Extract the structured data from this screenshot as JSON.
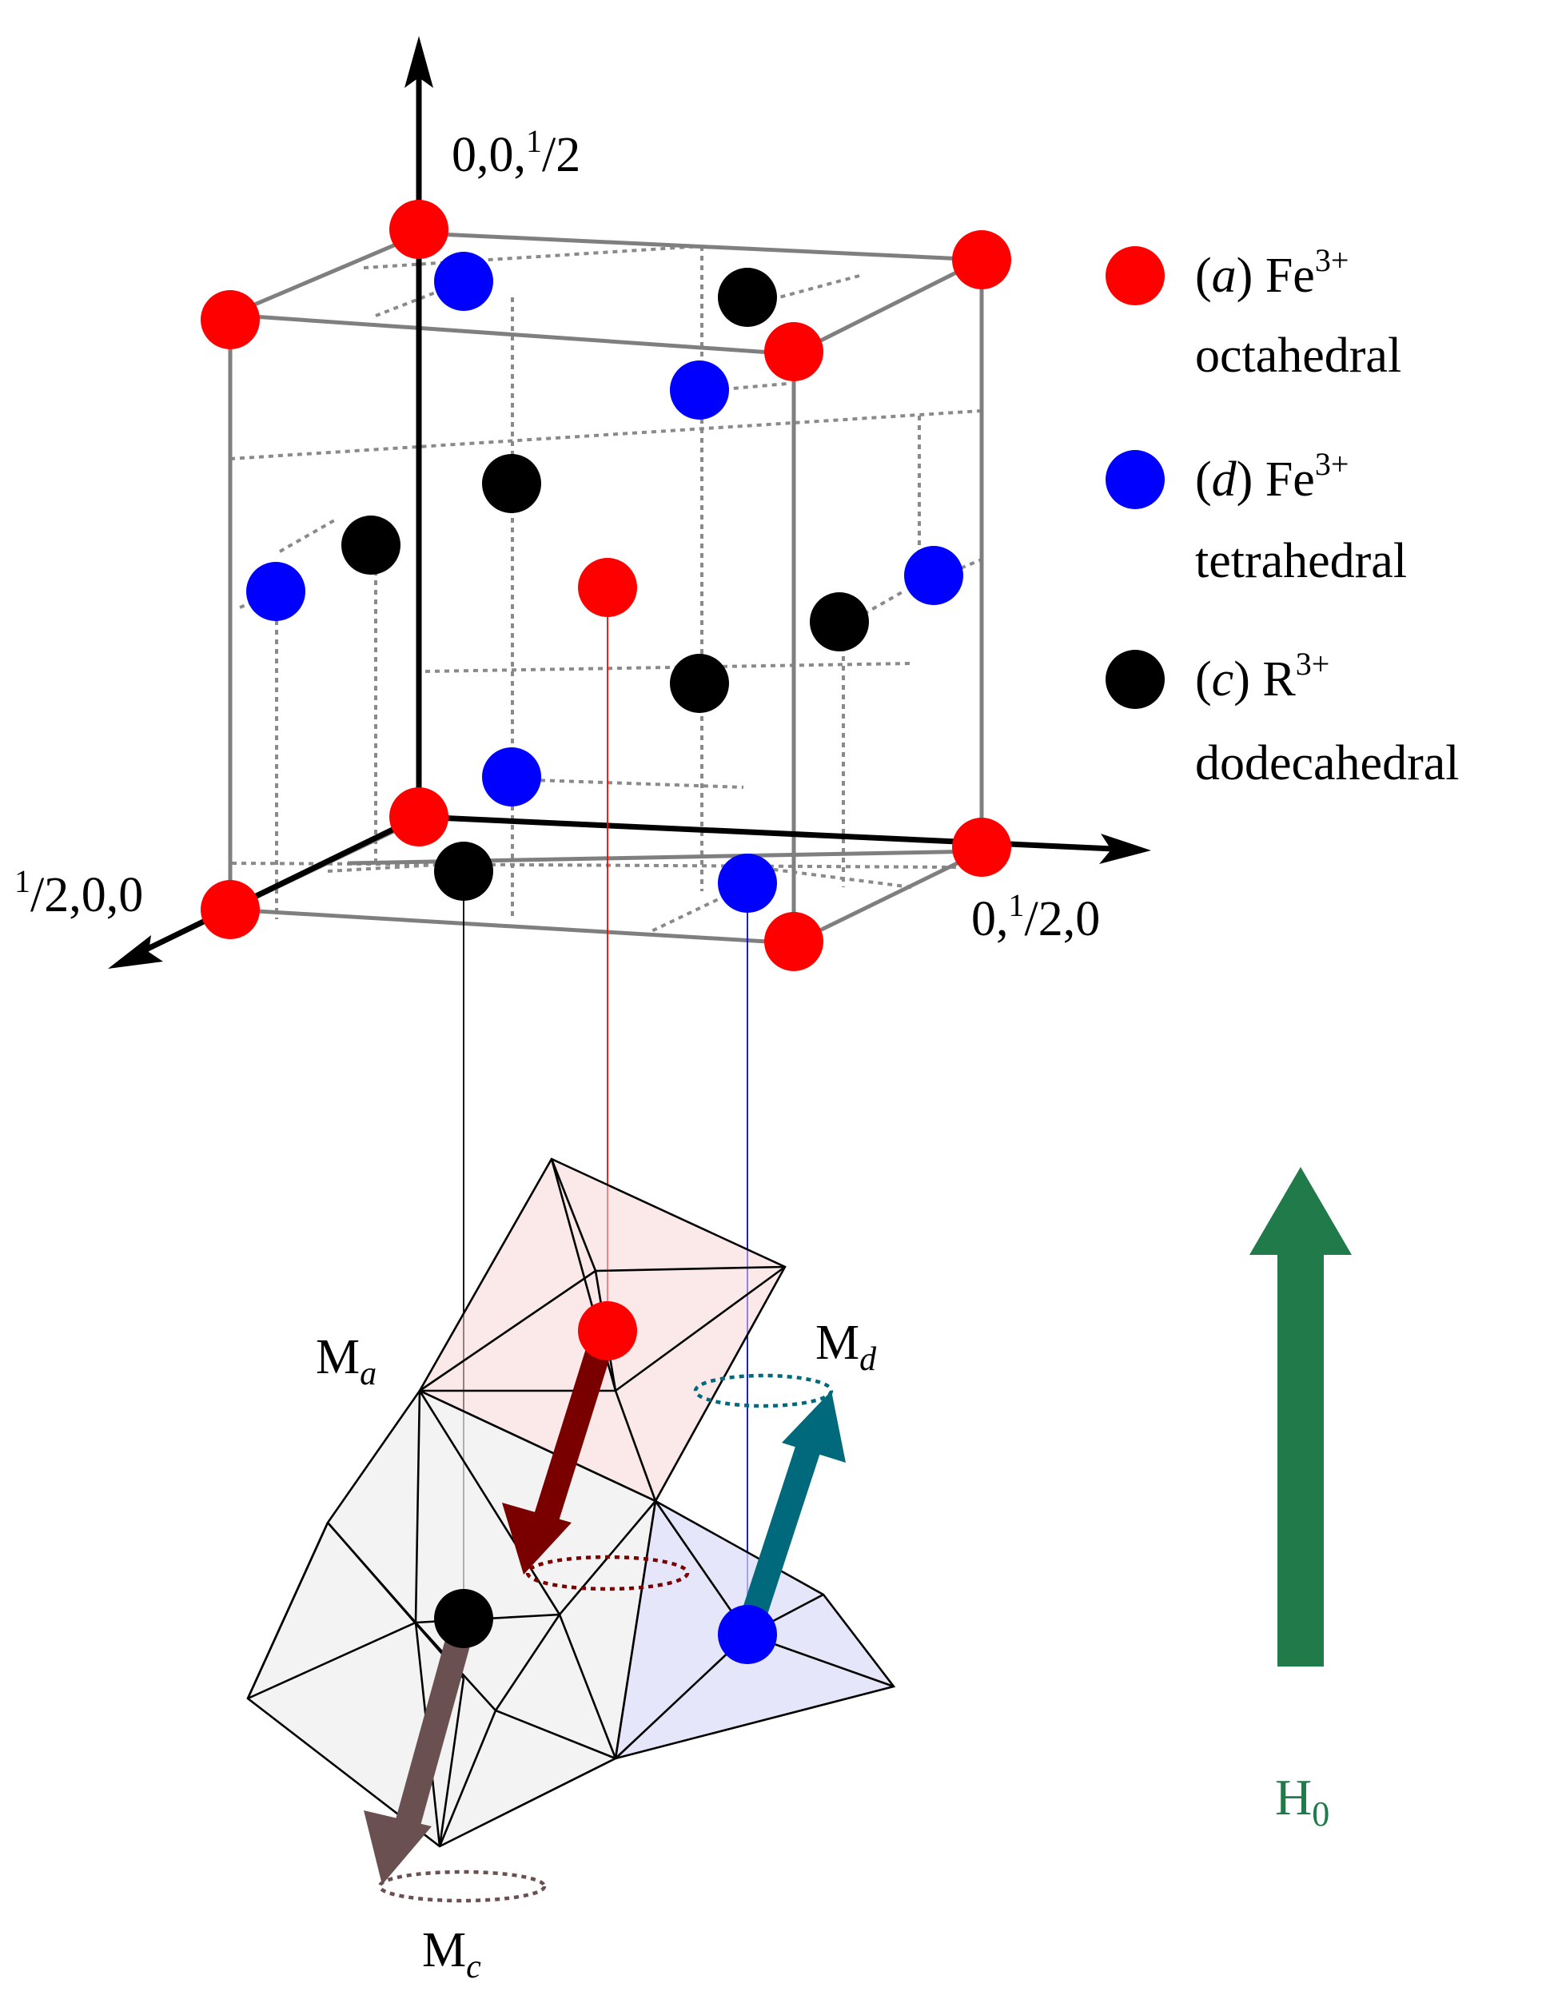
{
  "axes": {
    "z": {
      "main": "0,0,",
      "sup": "1",
      "den": "2"
    },
    "x": {
      "sup": "1",
      "main": "/2,0,0"
    },
    "y": {
      "main": "0,",
      "sup": "1",
      "rest": "/2,0"
    }
  },
  "legend": [
    {
      "color": "#ff0000",
      "letter": "a",
      "ion": "Fe",
      "charge": "3+",
      "site": "octahedral"
    },
    {
      "color": "#0000ff",
      "letter": "d",
      "ion": "Fe",
      "charge": "3+",
      "site": "tetrahedral"
    },
    {
      "color": "#000000",
      "letter": "c",
      "ion": "R",
      "charge": "3+",
      "site": "dodecahedral"
    }
  ],
  "moments": {
    "a": {
      "main": "M",
      "sub": "a"
    },
    "d": {
      "main": "M",
      "sub": "d"
    },
    "c": {
      "main": "M",
      "sub": "c"
    }
  },
  "field": {
    "main": "H",
    "sub": "0",
    "color": "#217a49"
  },
  "colors": {
    "octahedral": "#ff0000",
    "tetrahedral": "#0000ff",
    "dodecahedral": "#000000",
    "arrow_a": "#7a0000",
    "arrow_d": "#006a7c",
    "arrow_c": "#6a5050"
  }
}
